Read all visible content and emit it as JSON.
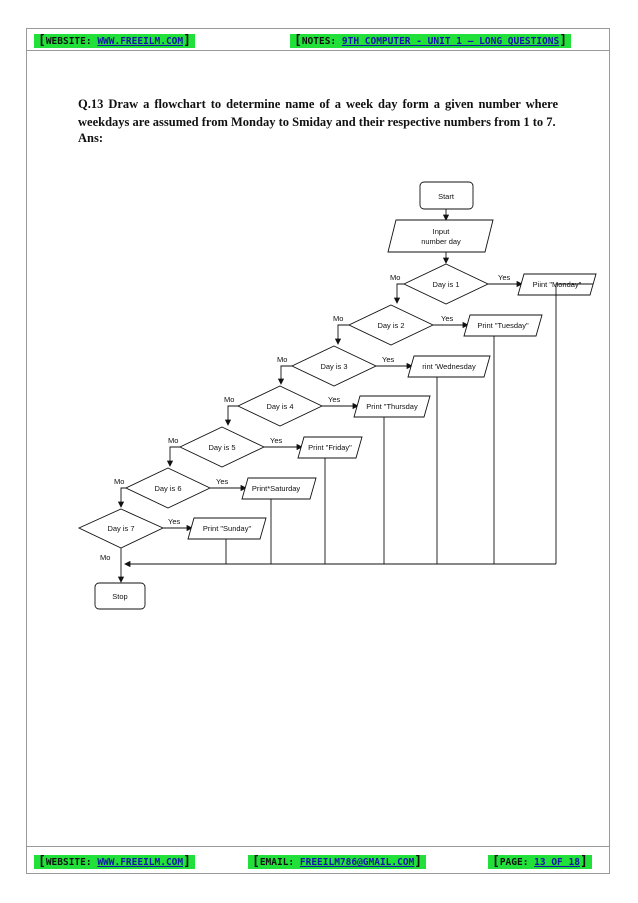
{
  "header": {
    "website_label": "WEBSITE:",
    "website_url": "WWW.FREEILM.COM",
    "notes_label": "NOTES:",
    "notes_text": "9TH COMPUTER - UNIT 1 – LONG QUESTIONS"
  },
  "question": {
    "text": "Q.13 Draw a flowchart to determine name of a week day form a given number where weekdays are assumed from Monday to Smiday and their respective numbers from 1 to 7.",
    "answer_label": "Ans:"
  },
  "flowchart": {
    "start": "Start",
    "input_line1": "Input",
    "input_line2": "number day",
    "decisions": [
      "Day is 1",
      "Day is 2",
      "Day is 3",
      "Day is 4",
      "Day is 5",
      "Day is 6",
      "Day is 7"
    ],
    "outputs": [
      "Piint \"Monday\"",
      "Print \"Tuesday\"",
      "rint 'Wednesday",
      "Print \"Thursday",
      "Print \"Friday\"",
      "Print*Saturday",
      "Print \"Sunday\""
    ],
    "yes_label": "Yes",
    "no_label": "Mo",
    "stop": "Stop"
  },
  "footer": {
    "website_label": "WEBSITE:",
    "website_url": "WWW.FREEILM.COM",
    "email_label": "EMAIL:",
    "email_value": "FREEILM786@GMAIL.COM",
    "page_label": "PAGE:",
    "page_value": "13 OF 18"
  }
}
